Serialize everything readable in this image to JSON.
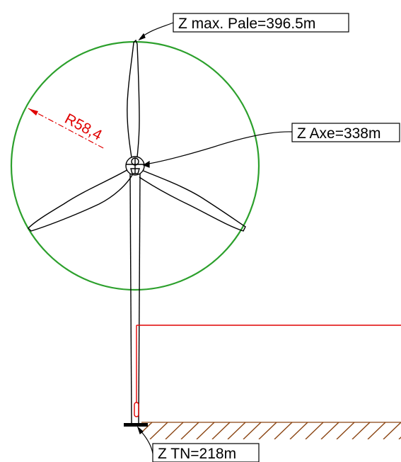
{
  "annotations": {
    "z_max_blade": "Z max. Pale=396.5m",
    "z_axis": "Z Axe=338m",
    "z_ground": "Z TN=218m",
    "rotor_radius": "R58,4"
  },
  "colors": {
    "rotor_circle": "#2ca02c",
    "dimension": "#e00000",
    "outline": "#000000",
    "hatch": "#8B4513",
    "background": "#ffffff"
  }
}
